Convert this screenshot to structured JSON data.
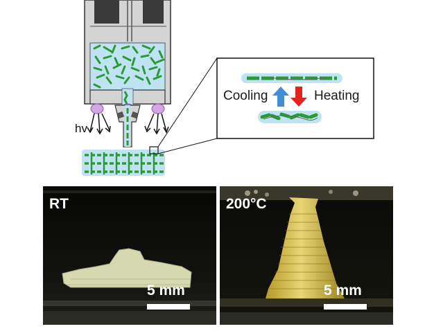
{
  "diagram": {
    "light_label": "hv",
    "inset": {
      "cooling_label": "Cooling",
      "heating_label": "Heating"
    }
  },
  "photos": {
    "left": {
      "label": "RT",
      "scale": "5 mm"
    },
    "right": {
      "label": "200°C",
      "scale": "5 mm"
    }
  },
  "colors": {
    "fiber_green": "#2a9a34",
    "solvent_blue": "#bfe3f2",
    "housing_gray": "#d4d4d4",
    "lamp_purple": "#d4a6e6",
    "cooling_arrow": "#3f8fd6",
    "heating_arrow": "#e3231c",
    "photo_background": "#0a0a08",
    "print_rt": "#d6d9b0",
    "print_hot": "#d8c048"
  }
}
